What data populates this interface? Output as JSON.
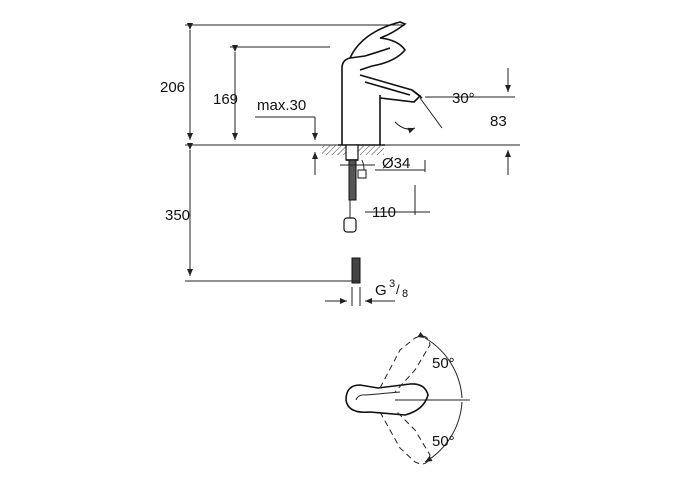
{
  "dimensions": {
    "height_total": "206",
    "height_spout": "169",
    "max_thickness": "max.30",
    "spout_angle": "30°",
    "spout_height": "83",
    "hole_diameter": "Ø34",
    "spout_reach": "110",
    "below_deck": "350",
    "thread_base": "G",
    "thread_num": "3",
    "thread_den": "8",
    "rotation_left": "50°",
    "rotation_right": "50°"
  }
}
